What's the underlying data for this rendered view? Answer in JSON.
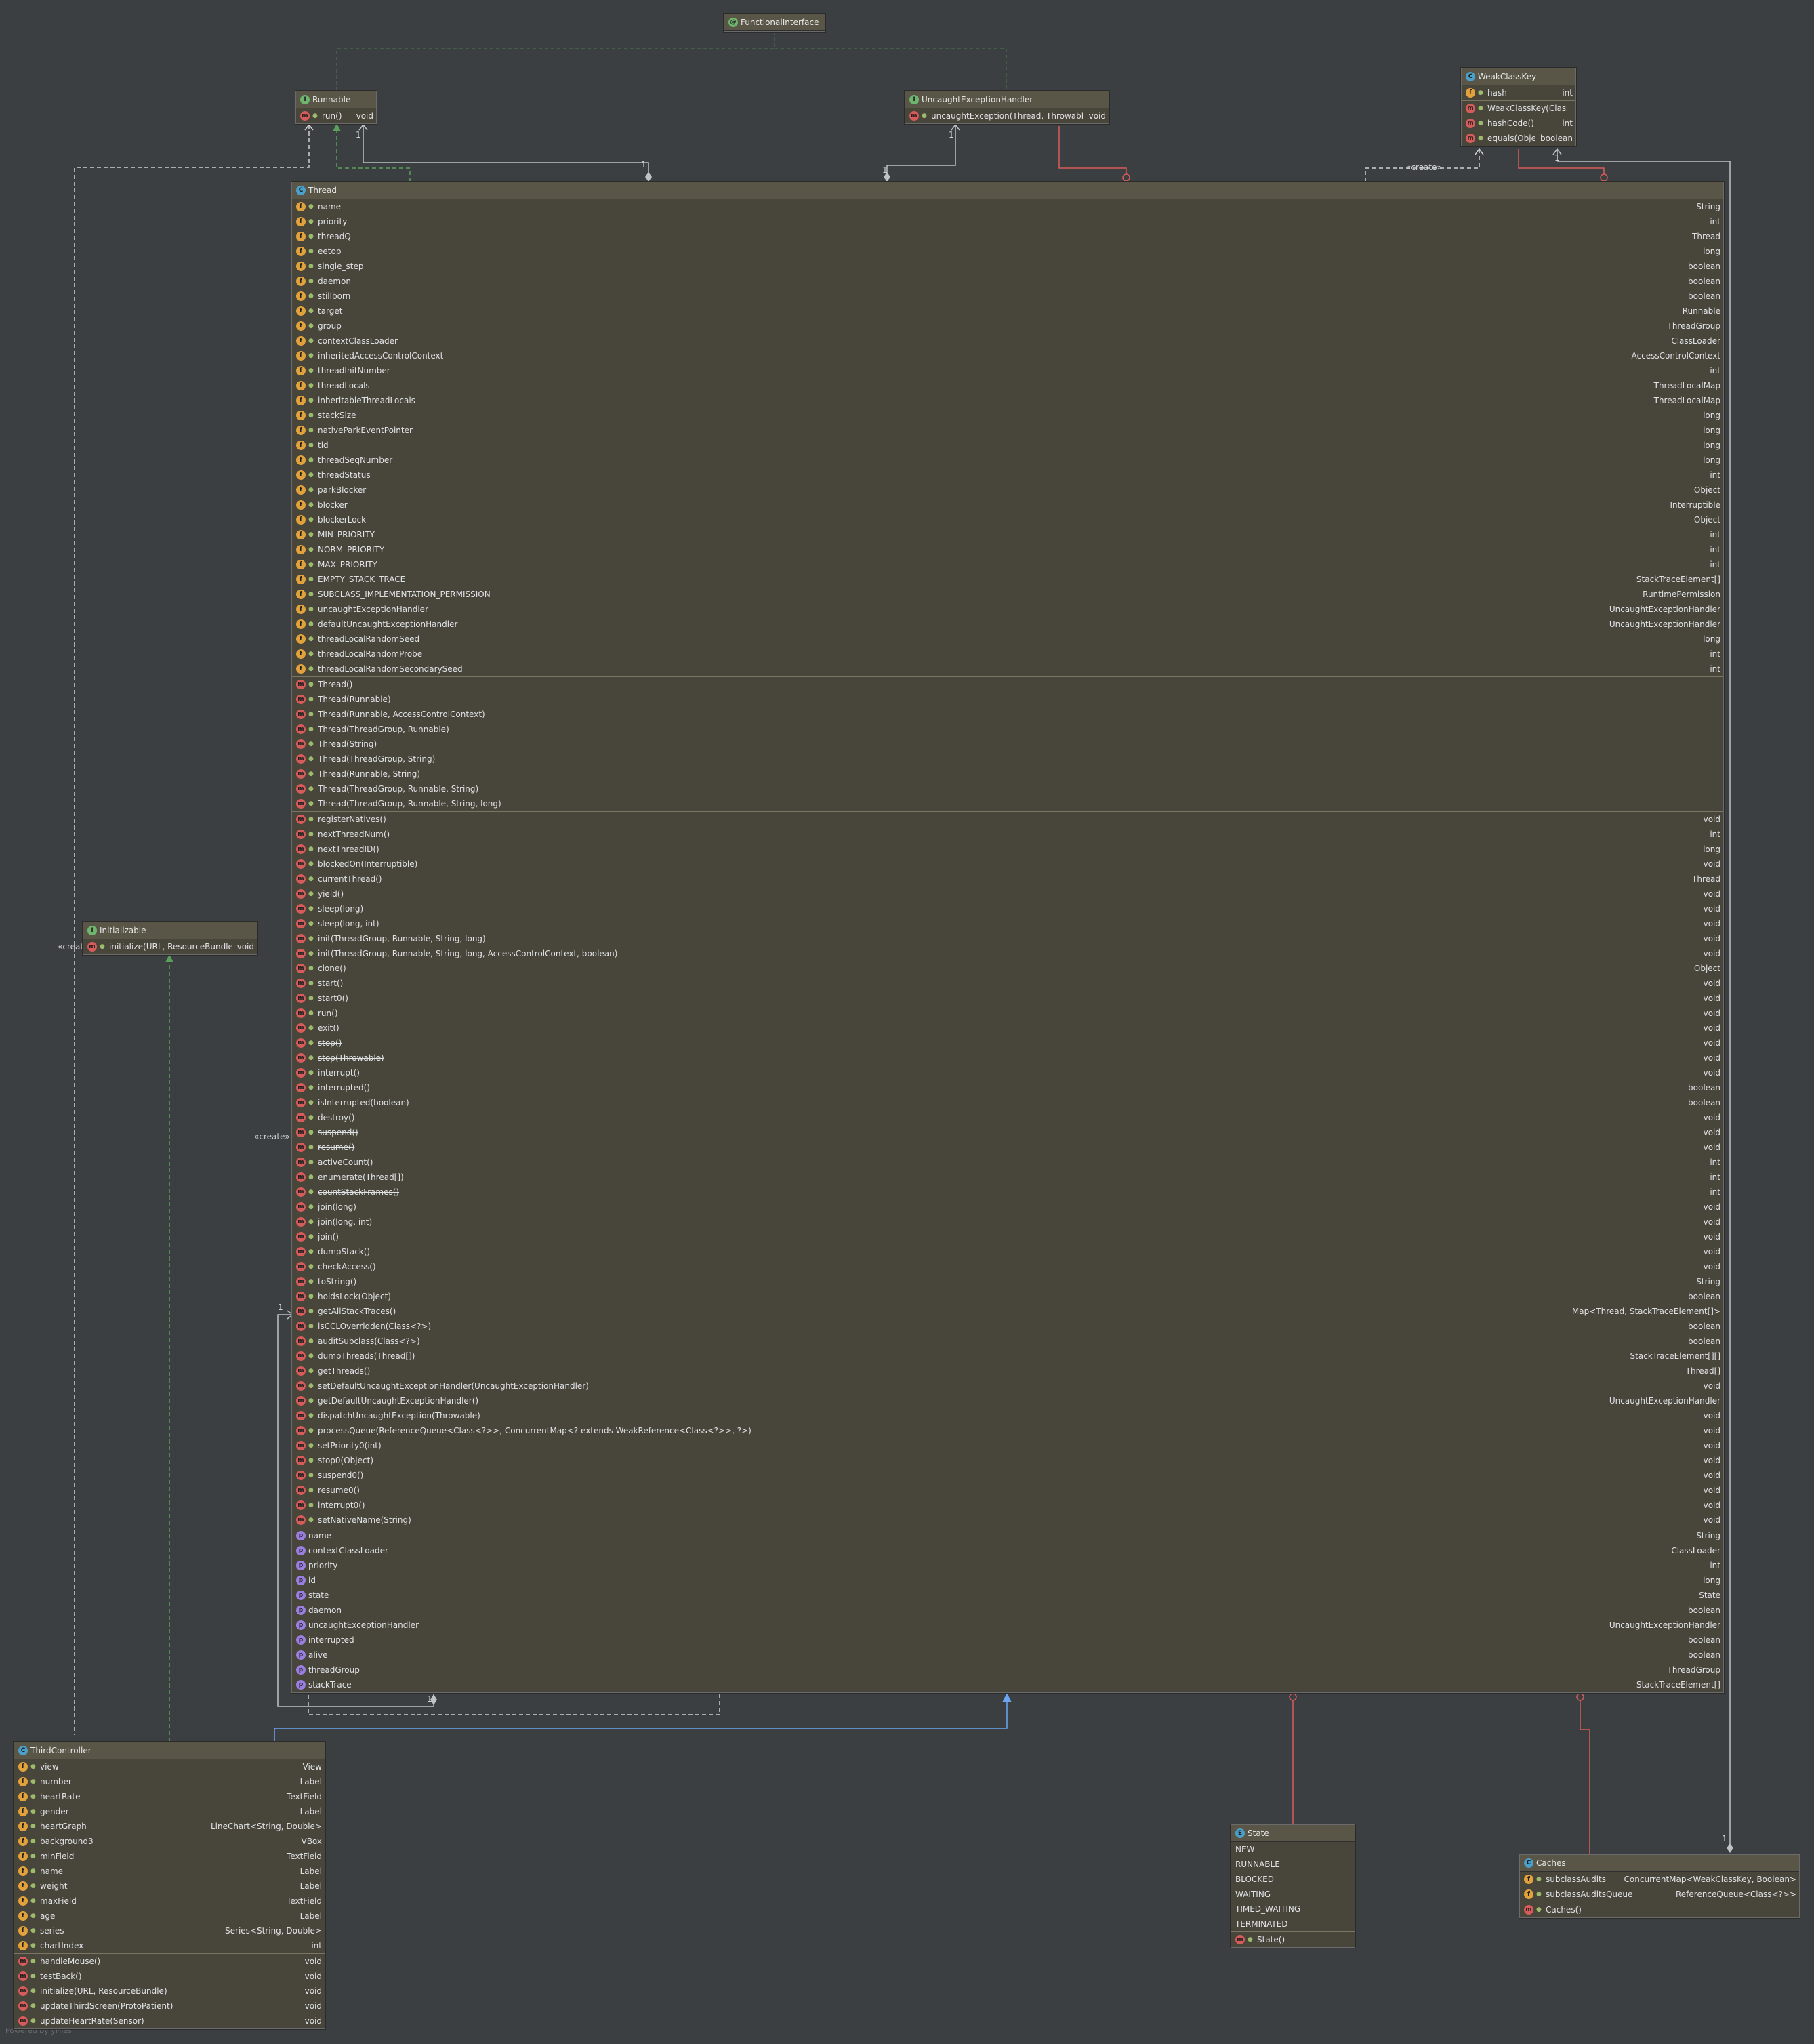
{
  "colors": {
    "background": "#3c3f41",
    "box": "#48453a",
    "header": "#5a5647",
    "inherit": "#5aa05a",
    "assoc": "#d65b5b",
    "realize": "#6aa6f0",
    "dep": "#cfd1d3"
  },
  "functional_interface": {
    "title": "FunctionalInterface"
  },
  "runnable": {
    "title": "Runnable",
    "methods": [
      {
        "name": "run()",
        "type": "void"
      }
    ]
  },
  "ueh": {
    "title": "UncaughtExceptionHandler",
    "methods": [
      {
        "name": "uncaughtException(Thread, Throwable)",
        "type": "void"
      }
    ]
  },
  "weak_class_key": {
    "title": "WeakClassKey",
    "fields": [
      {
        "name": "hash",
        "type": "int"
      }
    ],
    "methods": [
      {
        "name": "WeakClassKey(Class<?>,",
        "type": ""
      },
      {
        "name": "hashCode()",
        "type": "int"
      },
      {
        "name": "equals(Object)",
        "type": "boolean"
      }
    ]
  },
  "initializable": {
    "title": "Initializable",
    "methods": [
      {
        "name": "initialize(URL, ResourceBundle)",
        "type": "void"
      }
    ]
  },
  "thread": {
    "title": "Thread",
    "fields": [
      {
        "name": "name",
        "type": "String"
      },
      {
        "name": "priority",
        "type": "int"
      },
      {
        "name": "threadQ",
        "type": "Thread"
      },
      {
        "name": "eetop",
        "type": "long"
      },
      {
        "name": "single_step",
        "type": "boolean"
      },
      {
        "name": "daemon",
        "type": "boolean"
      },
      {
        "name": "stillborn",
        "type": "boolean"
      },
      {
        "name": "target",
        "type": "Runnable"
      },
      {
        "name": "group",
        "type": "ThreadGroup"
      },
      {
        "name": "contextClassLoader",
        "type": "ClassLoader"
      },
      {
        "name": "inheritedAccessControlContext",
        "type": "AccessControlContext"
      },
      {
        "name": "threadInitNumber",
        "type": "int"
      },
      {
        "name": "threadLocals",
        "type": "ThreadLocalMap"
      },
      {
        "name": "inheritableThreadLocals",
        "type": "ThreadLocalMap"
      },
      {
        "name": "stackSize",
        "type": "long"
      },
      {
        "name": "nativeParkEventPointer",
        "type": "long"
      },
      {
        "name": "tid",
        "type": "long"
      },
      {
        "name": "threadSeqNumber",
        "type": "long"
      },
      {
        "name": "threadStatus",
        "type": "int"
      },
      {
        "name": "parkBlocker",
        "type": "Object"
      },
      {
        "name": "blocker",
        "type": "Interruptible"
      },
      {
        "name": "blockerLock",
        "type": "Object"
      },
      {
        "name": "MIN_PRIORITY",
        "type": "int"
      },
      {
        "name": "NORM_PRIORITY",
        "type": "int"
      },
      {
        "name": "MAX_PRIORITY",
        "type": "int"
      },
      {
        "name": "EMPTY_STACK_TRACE",
        "type": "StackTraceElement[]"
      },
      {
        "name": "SUBCLASS_IMPLEMENTATION_PERMISSION",
        "type": "RuntimePermission"
      },
      {
        "name": "uncaughtExceptionHandler",
        "type": "UncaughtExceptionHandler"
      },
      {
        "name": "defaultUncaughtExceptionHandler",
        "type": "UncaughtExceptionHandler"
      },
      {
        "name": "threadLocalRandomSeed",
        "type": "long"
      },
      {
        "name": "threadLocalRandomProbe",
        "type": "int"
      },
      {
        "name": "threadLocalRandomSecondarySeed",
        "type": "int"
      }
    ],
    "constructors": [
      {
        "name": "Thread()",
        "type": ""
      },
      {
        "name": "Thread(Runnable)",
        "type": ""
      },
      {
        "name": "Thread(Runnable, AccessControlContext)",
        "type": ""
      },
      {
        "name": "Thread(ThreadGroup, Runnable)",
        "type": ""
      },
      {
        "name": "Thread(String)",
        "type": ""
      },
      {
        "name": "Thread(ThreadGroup, String)",
        "type": ""
      },
      {
        "name": "Thread(Runnable, String)",
        "type": ""
      },
      {
        "name": "Thread(ThreadGroup, Runnable, String)",
        "type": ""
      },
      {
        "name": "Thread(ThreadGroup, Runnable, String, long)",
        "type": ""
      }
    ],
    "methods": [
      {
        "name": "registerNatives()",
        "type": "void"
      },
      {
        "name": "nextThreadNum()",
        "type": "int"
      },
      {
        "name": "nextThreadID()",
        "type": "long"
      },
      {
        "name": "blockedOn(Interruptible)",
        "type": "void"
      },
      {
        "name": "currentThread()",
        "type": "Thread"
      },
      {
        "name": "yield()",
        "type": "void"
      },
      {
        "name": "sleep(long)",
        "type": "void"
      },
      {
        "name": "sleep(long, int)",
        "type": "void"
      },
      {
        "name": "init(ThreadGroup, Runnable, String, long)",
        "type": "void"
      },
      {
        "name": "init(ThreadGroup, Runnable, String, long, AccessControlContext, boolean)",
        "type": "void"
      },
      {
        "name": "clone()",
        "type": "Object"
      },
      {
        "name": "start()",
        "type": "void"
      },
      {
        "name": "start0()",
        "type": "void"
      },
      {
        "name": "run()",
        "type": "void"
      },
      {
        "name": "exit()",
        "type": "void"
      },
      {
        "name": "stop()",
        "type": "void",
        "strike": true
      },
      {
        "name": "stop(Throwable)",
        "type": "void",
        "strike": true
      },
      {
        "name": "interrupt()",
        "type": "void"
      },
      {
        "name": "interrupted()",
        "type": "boolean"
      },
      {
        "name": "isInterrupted(boolean)",
        "type": "boolean"
      },
      {
        "name": "destroy()",
        "type": "void",
        "strike": true
      },
      {
        "name": "suspend()",
        "type": "void",
        "strike": true
      },
      {
        "name": "resume()",
        "type": "void",
        "strike": true
      },
      {
        "name": "activeCount()",
        "type": "int"
      },
      {
        "name": "enumerate(Thread[])",
        "type": "int"
      },
      {
        "name": "countStackFrames()",
        "type": "int",
        "strike": true
      },
      {
        "name": "join(long)",
        "type": "void"
      },
      {
        "name": "join(long, int)",
        "type": "void"
      },
      {
        "name": "join()",
        "type": "void"
      },
      {
        "name": "dumpStack()",
        "type": "void"
      },
      {
        "name": "checkAccess()",
        "type": "void"
      },
      {
        "name": "toString()",
        "type": "String"
      },
      {
        "name": "holdsLock(Object)",
        "type": "boolean"
      },
      {
        "name": "getAllStackTraces()",
        "type": "Map<Thread, StackTraceElement[]>"
      },
      {
        "name": "isCCLOverridden(Class<?>)",
        "type": "boolean"
      },
      {
        "name": "auditSubclass(Class<?>)",
        "type": "boolean"
      },
      {
        "name": "dumpThreads(Thread[])",
        "type": "StackTraceElement[][]"
      },
      {
        "name": "getThreads()",
        "type": "Thread[]"
      },
      {
        "name": "setDefaultUncaughtExceptionHandler(UncaughtExceptionHandler)",
        "type": "void"
      },
      {
        "name": "getDefaultUncaughtExceptionHandler()",
        "type": "UncaughtExceptionHandler"
      },
      {
        "name": "dispatchUncaughtException(Throwable)",
        "type": "void"
      },
      {
        "name": "processQueue(ReferenceQueue<Class<?>>, ConcurrentMap<? extends WeakReference<Class<?>>, ?>)",
        "type": "void"
      },
      {
        "name": "setPriority0(int)",
        "type": "void"
      },
      {
        "name": "stop0(Object)",
        "type": "void"
      },
      {
        "name": "suspend0()",
        "type": "void"
      },
      {
        "name": "resume0()",
        "type": "void"
      },
      {
        "name": "interrupt0()",
        "type": "void"
      },
      {
        "name": "setNativeName(String)",
        "type": "void"
      }
    ],
    "properties": [
      {
        "name": "name",
        "type": "String"
      },
      {
        "name": "contextClassLoader",
        "type": "ClassLoader"
      },
      {
        "name": "priority",
        "type": "int"
      },
      {
        "name": "id",
        "type": "long"
      },
      {
        "name": "state",
        "type": "State"
      },
      {
        "name": "daemon",
        "type": "boolean"
      },
      {
        "name": "uncaughtExceptionHandler",
        "type": "UncaughtExceptionHandler"
      },
      {
        "name": "interrupted",
        "type": "boolean"
      },
      {
        "name": "alive",
        "type": "boolean"
      },
      {
        "name": "threadGroup",
        "type": "ThreadGroup"
      },
      {
        "name": "stackTrace",
        "type": "StackTraceElement[]"
      }
    ]
  },
  "third_controller": {
    "title": "ThirdController",
    "fields": [
      {
        "name": "view",
        "type": "View"
      },
      {
        "name": "number",
        "type": "Label"
      },
      {
        "name": "heartRate",
        "type": "TextField"
      },
      {
        "name": "gender",
        "type": "Label"
      },
      {
        "name": "heartGraph",
        "type": "LineChart<String, Double>"
      },
      {
        "name": "background3",
        "type": "VBox"
      },
      {
        "name": "minField",
        "type": "TextField"
      },
      {
        "name": "name",
        "type": "Label"
      },
      {
        "name": "weight",
        "type": "Label"
      },
      {
        "name": "maxField",
        "type": "TextField"
      },
      {
        "name": "age",
        "type": "Label"
      },
      {
        "name": "series",
        "type": "Series<String, Double>"
      },
      {
        "name": "chartIndex",
        "type": "int"
      }
    ],
    "methods": [
      {
        "name": "handleMouse()",
        "type": "void"
      },
      {
        "name": "testBack()",
        "type": "void"
      },
      {
        "name": "initialize(URL, ResourceBundle)",
        "type": "void"
      },
      {
        "name": "updateThirdScreen(ProtoPatient)",
        "type": "void"
      },
      {
        "name": "updateHeartRate(Sensor)",
        "type": "void"
      }
    ]
  },
  "state": {
    "title": "State",
    "constants": [
      "NEW",
      "RUNNABLE",
      "BLOCKED",
      "WAITING",
      "TIMED_WAITING",
      "TERMINATED"
    ],
    "methods": [
      {
        "name": "State()",
        "type": ""
      }
    ]
  },
  "caches": {
    "title": "Caches",
    "fields": [
      {
        "name": "subclassAudits",
        "type": "ConcurrentMap<WeakClassKey, Boolean>"
      },
      {
        "name": "subclassAuditsQueue",
        "type": "ReferenceQueue<Class<?>>"
      }
    ],
    "methods": [
      {
        "name": "Caches()",
        "type": ""
      }
    ]
  },
  "labels": {
    "create": "«create»",
    "one": "1",
    "powered": "Powered by yFiles"
  }
}
